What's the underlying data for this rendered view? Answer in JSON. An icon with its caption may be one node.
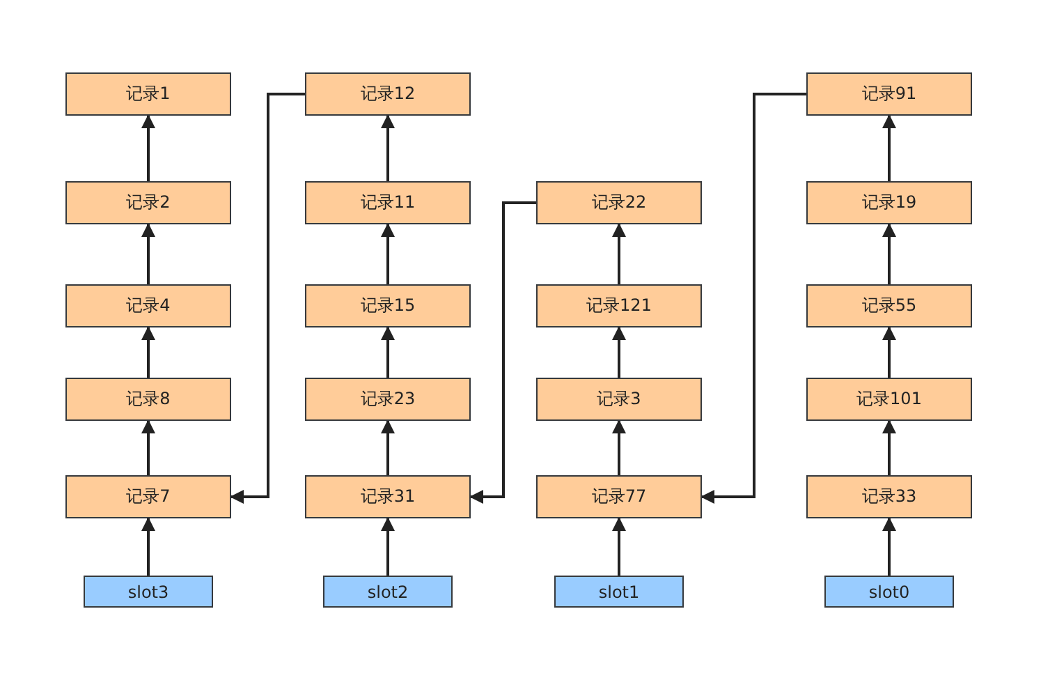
{
  "diagram": {
    "nodes": [
      {
        "text": [
          "记录1"
        ]
      },
      {
        "text": [
          "记录2"
        ]
      },
      {
        "text": [
          "记录4"
        ]
      },
      {
        "text": [
          "记录8"
        ]
      },
      {
        "text": [
          "记录7"
        ]
      },
      {
        "text": [
          "slot3"
        ]
      },
      {
        "text": [
          "记录12"
        ]
      },
      {
        "text": [
          "记录11"
        ]
      },
      {
        "text": [
          "记录15"
        ]
      },
      {
        "text": [
          "记录23"
        ]
      },
      {
        "text": [
          "记录31"
        ]
      },
      {
        "text": [
          "slot2"
        ]
      },
      {
        "text": [
          "记录22"
        ]
      },
      {
        "text": [
          "记录121"
        ]
      },
      {
        "text": [
          "记录3"
        ]
      },
      {
        "text": [
          "记录77"
        ]
      },
      {
        "text": [
          "slot1"
        ]
      },
      {
        "text": [
          "记录91"
        ]
      },
      {
        "text": [
          "记录19"
        ]
      },
      {
        "text": [
          "记录55"
        ]
      },
      {
        "text": [
          "记录101"
        ]
      },
      {
        "text": [
          "记录33"
        ]
      },
      {
        "text": [
          "slot0"
        ]
      }
    ],
    "edges": [
      {
        "from": 5,
        "to": 4,
        "arrow": "to"
      },
      {
        "from": 4,
        "to": 3,
        "arrow": "to"
      },
      {
        "from": 3,
        "to": 2,
        "arrow": "to"
      },
      {
        "from": 2,
        "to": 1,
        "arrow": "to"
      },
      {
        "from": 1,
        "to": 0,
        "arrow": "to"
      },
      {
        "from": 11,
        "to": 10,
        "arrow": "to"
      },
      {
        "from": 10,
        "to": 9,
        "arrow": "to"
      },
      {
        "from": 9,
        "to": 8,
        "arrow": "to"
      },
      {
        "from": 8,
        "to": 7,
        "arrow": "to"
      },
      {
        "from": 7,
        "to": 6,
        "arrow": "to"
      },
      {
        "from": 16,
        "to": 15,
        "arrow": "to"
      },
      {
        "from": 15,
        "to": 14,
        "arrow": "to"
      },
      {
        "from": 14,
        "to": 13,
        "arrow": "to"
      },
      {
        "from": 13,
        "to": 12,
        "arrow": "to"
      },
      {
        "from": 22,
        "to": 21,
        "arrow": "to"
      },
      {
        "from": 21,
        "to": 20,
        "arrow": "to"
      },
      {
        "from": 20,
        "to": 19,
        "arrow": "to"
      },
      {
        "from": 19,
        "to": 18,
        "arrow": "to"
      },
      {
        "from": 18,
        "to": 17,
        "arrow": "to"
      },
      {
        "from": 6,
        "to": 4,
        "arrow": "to"
      },
      {
        "from": 12,
        "to": 10,
        "arrow": "to"
      },
      {
        "from": 17,
        "to": 15,
        "arrow": "to"
      }
    ]
  }
}
